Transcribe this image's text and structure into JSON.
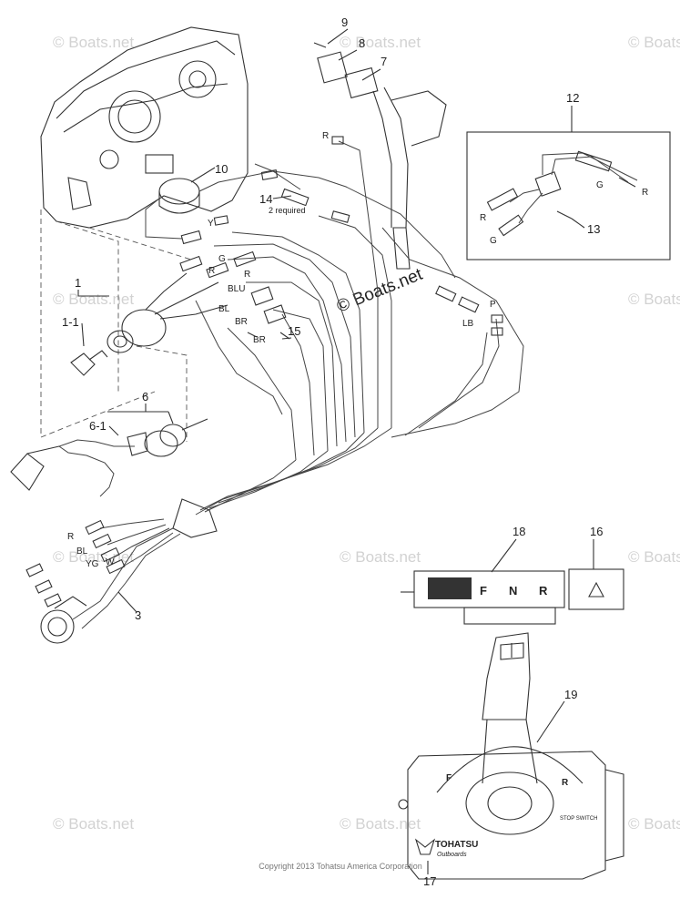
{
  "watermark": "© Boats.net",
  "watermark_main": "© Boats.net",
  "copyright": "Copyright 2013 Tohatsu America Corporation",
  "callouts": [
    "9",
    "8",
    "7",
    "12",
    "10",
    "14",
    "13",
    "1",
    "1-1",
    "15",
    "6",
    "6-1",
    "3",
    "18",
    "16",
    "19",
    "17"
  ],
  "note_2_required": "2 required",
  "wire_labels": {
    "r_top": "R",
    "y": "Y",
    "g_left": "G",
    "r_left": "R",
    "blu": "BLU",
    "r_mid": "R",
    "bl_mid": "BL",
    "br_mid": "BR",
    "br_15": "BR",
    "g_12a": "G",
    "r_12a": "R",
    "r_12b": "R",
    "g_12b": "G",
    "p": "P",
    "lb": "LB",
    "r_harn": "R",
    "bl_harn": "BL",
    "yg_harn": "YG",
    "w_harn": "W"
  },
  "remote": {
    "brand": "TOHATSU",
    "brand_sub": "Outboards",
    "shift_f": "F",
    "shift_n": "N",
    "shift_r": "R",
    "gauge_f": "F",
    "gauge_r": "R",
    "stop_switch": "STOP SWITCH"
  }
}
